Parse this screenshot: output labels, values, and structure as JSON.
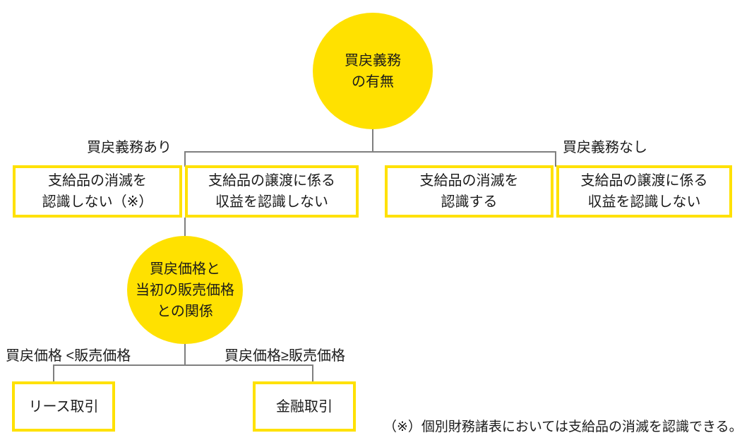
{
  "diagram": {
    "colors": {
      "yellow": "#ffe100",
      "line": "#7f7f7f",
      "text": "#1a1a1a"
    },
    "root_node": {
      "lines": [
        "買戻義務",
        "の有無"
      ]
    },
    "branch_labels": {
      "yes": "買戻義務あり",
      "no": "買戻義務なし"
    },
    "row1_boxes": [
      {
        "lines": [
          "支給品の消滅を",
          "認識しない（※）"
        ]
      },
      {
        "lines": [
          "支給品の譲渡に係る",
          "収益を認識しない"
        ]
      },
      {
        "lines": [
          "支給品の消滅を",
          "認識する"
        ]
      },
      {
        "lines": [
          "支給品の譲渡に係る",
          "収益を認識しない"
        ]
      }
    ],
    "mid_node": {
      "lines": [
        "買戻価格と",
        "当初の販売価格",
        "との関係"
      ]
    },
    "price_labels": {
      "less": "買戻価格 <販売価格",
      "gte": "買戻価格≥販売価格"
    },
    "row2_boxes": [
      {
        "label": "リース取引"
      },
      {
        "label": "金融取引"
      }
    ],
    "footnote": "（※）個別財務諸表においては支給品の消滅を認識できる。"
  }
}
